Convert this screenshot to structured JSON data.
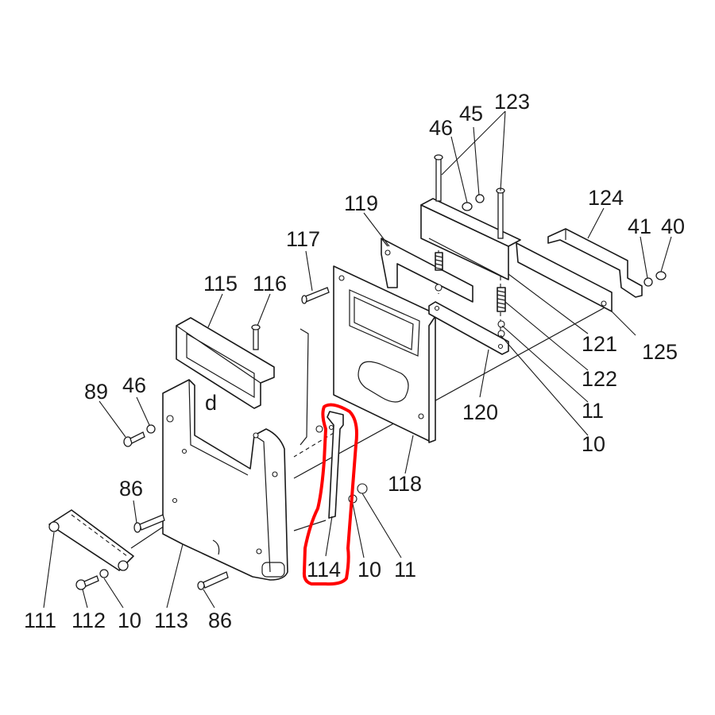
{
  "highlight_color": "#ff0000",
  "labels": {
    "l123": "123",
    "l46a": "46",
    "l45": "45",
    "l119": "119",
    "l124": "124",
    "l41": "41",
    "l40": "40",
    "l117": "117",
    "l115": "115",
    "l116": "116",
    "l121": "121",
    "l125": "125",
    "l122": "122",
    "l11a": "11",
    "l10a": "10",
    "l120": "120",
    "l89": "89",
    "l46b": "46",
    "d": "d",
    "l118": "118",
    "l86a": "86",
    "l114": "114",
    "l10b": "10",
    "l11b": "11",
    "l111": "111",
    "l112": "112",
    "l10c": "10",
    "l113": "113",
    "l86b": "86"
  }
}
